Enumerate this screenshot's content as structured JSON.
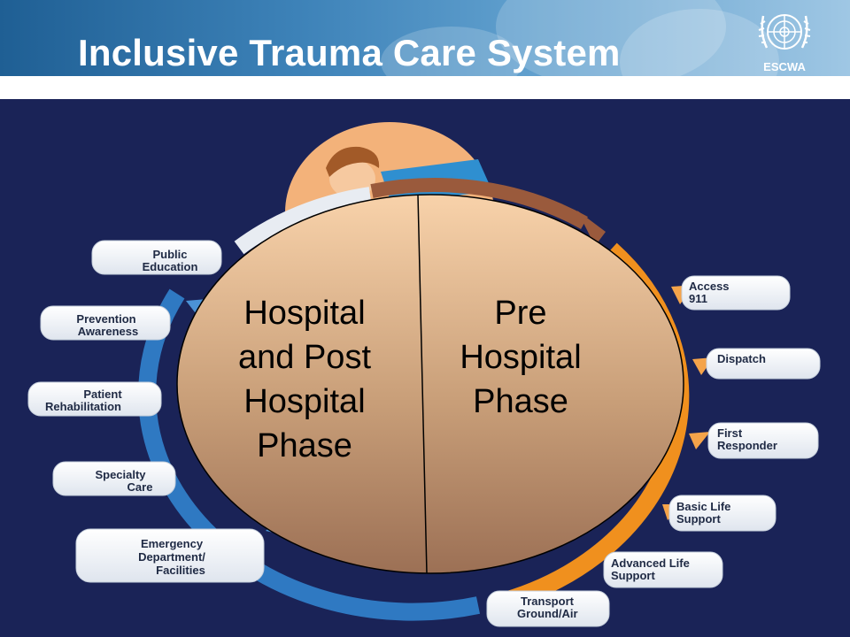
{
  "title": "Inclusive Trauma Care System",
  "logo": {
    "org": "ESCWA",
    "icon": "un-emblem-icon"
  },
  "phases": {
    "left": [
      "Hospital",
      "and Post",
      "Hospital",
      "Phase"
    ],
    "right": [
      "Pre",
      "Hospital",
      "Phase"
    ]
  },
  "left_steps": [
    {
      "id": "public-education",
      "lines": [
        "Public",
        "Education"
      ]
    },
    {
      "id": "prevention-awareness",
      "lines": [
        "Prevention",
        "Awareness"
      ]
    },
    {
      "id": "patient-rehabilitation",
      "lines": [
        "Patient",
        "Rehabilitation"
      ]
    },
    {
      "id": "specialty-care",
      "lines": [
        "Specialty",
        "Care"
      ]
    },
    {
      "id": "emergency-department",
      "lines": [
        "Emergency",
        "Department/",
        "Facilities"
      ]
    }
  ],
  "right_steps": [
    {
      "id": "access-911",
      "lines": [
        "Access",
        "911"
      ]
    },
    {
      "id": "dispatch",
      "lines": [
        "Dispatch"
      ]
    },
    {
      "id": "first-responder",
      "lines": [
        "First",
        "Responder"
      ]
    },
    {
      "id": "basic-life-support",
      "lines": [
        "Basic Life",
        "Support"
      ]
    },
    {
      "id": "advanced-life-support",
      "lines": [
        "Advanced Life",
        "Support"
      ]
    },
    {
      "id": "transport",
      "lines": [
        "Transport",
        "Ground/Air"
      ]
    }
  ],
  "colors": {
    "header": "#3d82b8",
    "panel": "#1a2357",
    "left_arrow": "#2f79c2",
    "right_arrow": "#f0901e",
    "oval": "#c09470",
    "label_box": "#f2f5f9"
  }
}
